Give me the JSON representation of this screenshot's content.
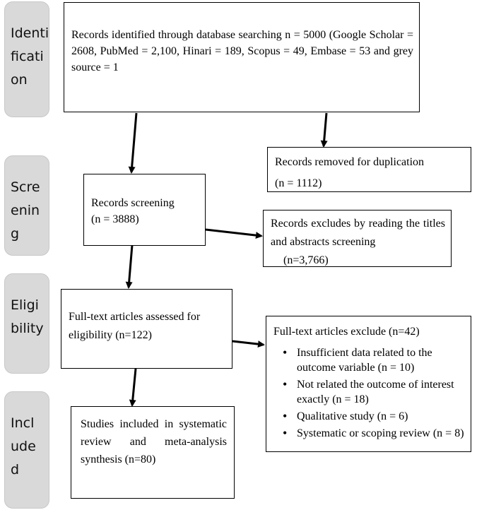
{
  "stages": [
    {
      "id": "identification",
      "label": "Identi\nficati\non"
    },
    {
      "id": "screening",
      "label": "Scre\nenin\ng"
    },
    {
      "id": "eligibility",
      "label": "Eligi\nbility"
    },
    {
      "id": "included",
      "label": "Incl\nude\nd"
    }
  ],
  "boxes": {
    "identified": "Records identified through database searching n = 5000 (Google Scholar = 2608, PubMed = 2,100, Hinari = 189, Scopus = 49, Embase = 53 and grey source = 1",
    "duplicates_label": "Records removed for duplication",
    "duplicates_count": "(n = 1112)",
    "screening_label": "Records screening",
    "screening_count": "(n = 3888)",
    "excluded_titles_label": "Records excludes by reading the titles and abstracts screening",
    "excluded_titles_count": "(n=3,766)",
    "fulltext": "Full-text articles assessed for eligibility (n=122)",
    "fulltext_excluded_title": "Full-text articles exclude (n=42)",
    "fulltext_excluded_reasons": [
      "Insufficient data related to the outcome variable (n = 10)",
      "Not related the outcome of interest exactly (n = 18)",
      "Qualitative study (n = 6)",
      "Systematic or scoping review (n = 8)"
    ],
    "included": "Studies included in systematic review and meta-analysis synthesis (n=80)"
  }
}
